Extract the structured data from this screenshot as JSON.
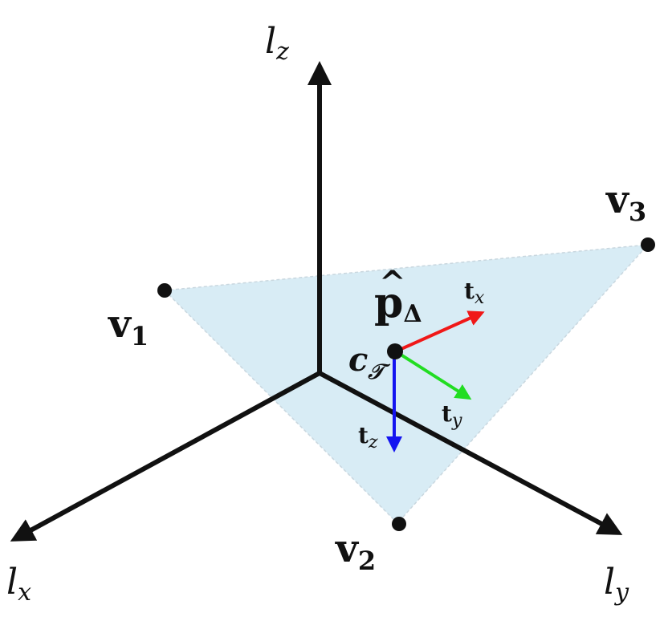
{
  "axes": {
    "lz": {
      "base": "l",
      "sub": "z"
    },
    "lx": {
      "base": "l",
      "sub": "x"
    },
    "ly": {
      "base": "l",
      "sub": "y"
    }
  },
  "vertices": {
    "v1": {
      "base": "v",
      "sub": "1"
    },
    "v2": {
      "base": "v",
      "sub": "2"
    },
    "v3": {
      "base": "v",
      "sub": "3"
    }
  },
  "center": {
    "base": "c",
    "sub": "𝒯"
  },
  "point": {
    "base": "p",
    "hat": "^",
    "sub": "Δ"
  },
  "tangents": {
    "tx": {
      "base": "t",
      "sub": "x"
    },
    "ty": {
      "base": "t",
      "sub": "y"
    },
    "tz": {
      "base": "t",
      "sub": "z"
    }
  },
  "colors": {
    "axis": "#111111",
    "triangle_fill": "#d8ecf5",
    "triangle_edge": "#c9d7df",
    "tx": "#f01818",
    "ty": "#22dd22",
    "tz": "#1414f0"
  }
}
